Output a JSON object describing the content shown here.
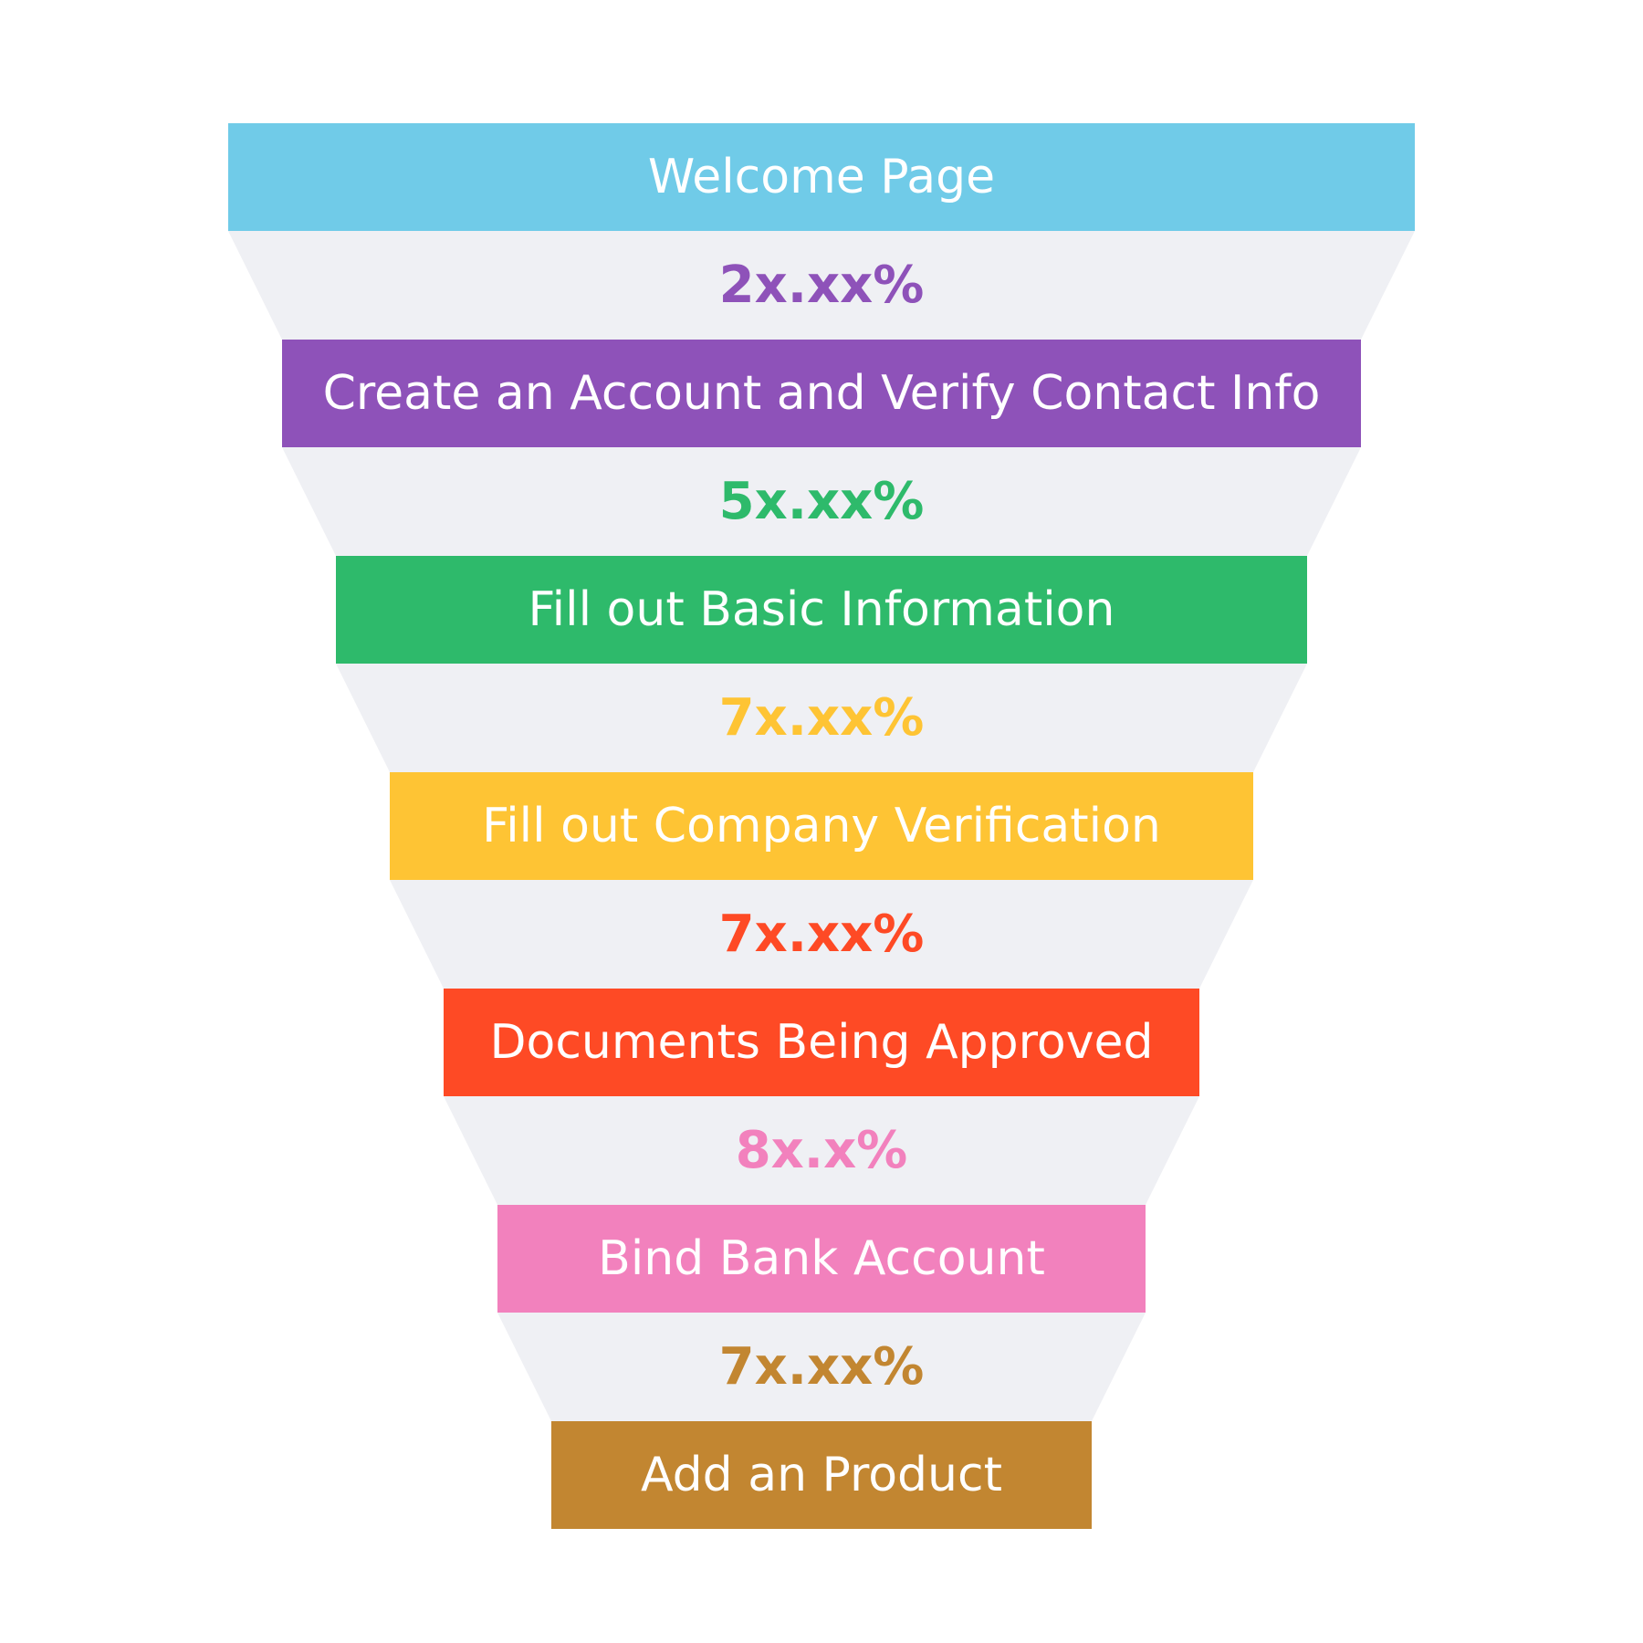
{
  "funnel": {
    "connector_color": "#eff0f4",
    "stages": [
      {
        "label": "Welcome Page",
        "color": "#70cbe8"
      },
      {
        "label": "Create an Account and Verify Contact Info",
        "color": "#8e52b9"
      },
      {
        "label": "Fill out Basic Information",
        "color": "#2eba6b"
      },
      {
        "label": "Fill out Company Verification",
        "color": "#fec434"
      },
      {
        "label": "Documents Being Approved",
        "color": "#fe4a25"
      },
      {
        "label": "Bind Bank Account",
        "color": "#f281bd"
      },
      {
        "label": "Add an Product",
        "color": "#c28631"
      }
    ],
    "rates": [
      {
        "text": "2x.xx%",
        "color": "#8e52b9"
      },
      {
        "text": "5x.xx%",
        "color": "#2eba6b"
      },
      {
        "text": "7x.xx%",
        "color": "#fec434"
      },
      {
        "text": "7x.xx%",
        "color": "#fe4a25"
      },
      {
        "text": "8x.x%",
        "color": "#f281bd"
      },
      {
        "text": "7x.xx%",
        "color": "#c28631"
      }
    ]
  }
}
